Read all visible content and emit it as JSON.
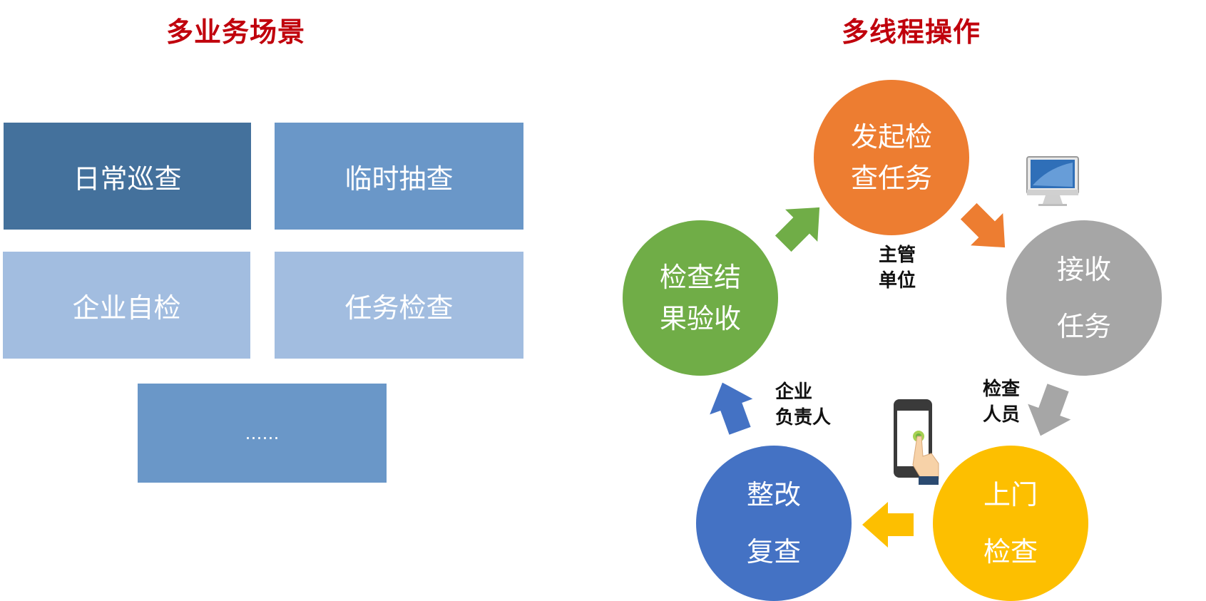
{
  "left": {
    "title": "多业务场景",
    "tiles": [
      {
        "label": "日常巡查",
        "color": "#44719c"
      },
      {
        "label": "临时抽查",
        "color": "#6a97c8"
      },
      {
        "label": "企业自检",
        "color": "#a2bde0"
      },
      {
        "label": "任务检查",
        "color": "#a2bde0"
      },
      {
        "label": "……",
        "color": "#6a97c8"
      }
    ]
  },
  "right": {
    "title": "多线程操作",
    "steps": [
      {
        "line1": "发起检",
        "line2": "查任务",
        "color": "#ed7d31"
      },
      {
        "line1": "接收",
        "line2": "任务",
        "color": "#a6a6a6"
      },
      {
        "line1": "上门",
        "line2": "检查",
        "color": "#fdbf00"
      },
      {
        "line1": "整改",
        "line2": "复查",
        "color": "#4472c4"
      },
      {
        "line1": "检查结",
        "line2": "果验收",
        "color": "#70ad47"
      }
    ],
    "roles": [
      {
        "line1": "主管",
        "line2": "单位"
      },
      {
        "line1": "检查",
        "line2": "人员"
      },
      {
        "line1": "企业",
        "line2": "负责人"
      }
    ],
    "icons": [
      "monitor-icon",
      "smartphone-touch-icon"
    ]
  }
}
